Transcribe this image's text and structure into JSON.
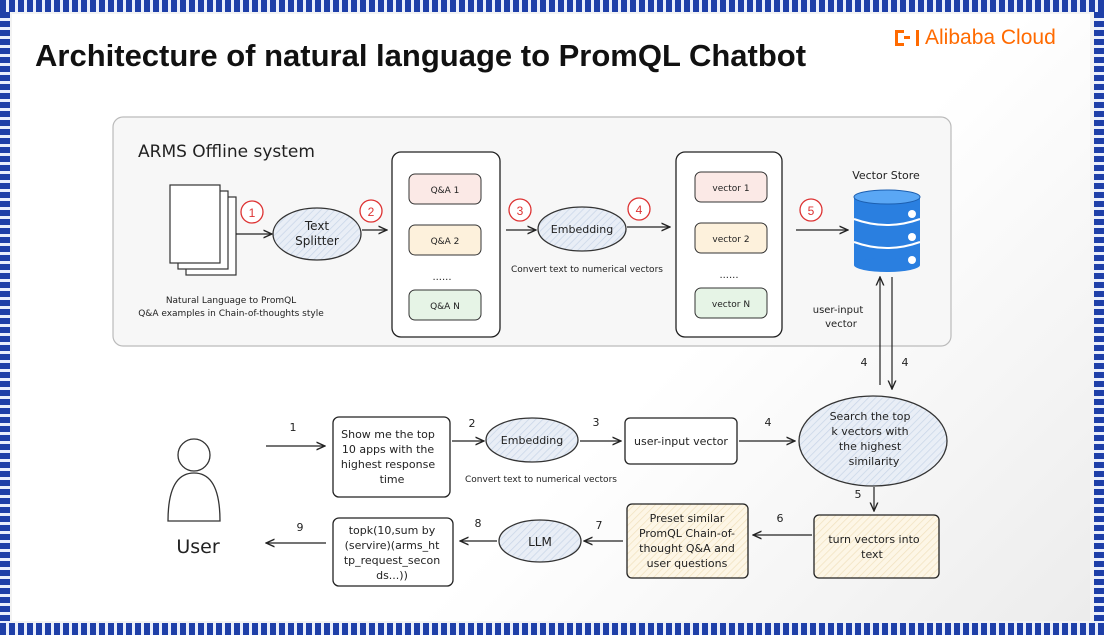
{
  "slide": {
    "title": "Architecture of natural language to PromQL Chatbot",
    "logo_text": "Alibaba Cloud",
    "brand_color": "#ff6a00"
  },
  "offline": {
    "title": "ARMS Offline system",
    "doc_caption_1": "Natural Language to PromQL",
    "doc_caption_2": "Q&A examples in Chain-of-thoughts style",
    "text_splitter_1": "Text",
    "text_splitter_2": "Splitter",
    "qa_items": [
      "Q&A 1",
      "Q&A 2",
      "......",
      "Q&A N"
    ],
    "embedding": "Embedding",
    "embedding_caption": "Convert text to numerical vectors",
    "vector_items": [
      "vector 1",
      "vector 2",
      "......",
      "vector N"
    ],
    "vector_store": "Vector Store",
    "steps": [
      "1",
      "2",
      "3",
      "4",
      "5"
    ]
  },
  "online": {
    "user_label": "User",
    "question_lines": [
      "Show me the top",
      "10 apps with the",
      "highest response",
      "time"
    ],
    "embedding": "Embedding",
    "embedding_caption": "Convert text to numerical vectors",
    "user_input_vector": "user-input vector",
    "search_lines": [
      "Search the top",
      "k vectors with",
      "the highest",
      "similarity"
    ],
    "user_input_vector_label_1": "user-input",
    "user_input_vector_label_2": "vector",
    "turn_lines": [
      "turn vectors into",
      "text"
    ],
    "preset_lines": [
      "Preset similar",
      "PromQL Chain-of-",
      "thought Q&A and",
      "user questions"
    ],
    "llm": "LLM",
    "output_lines": [
      "topk(10,sum by",
      "(servire)(arms_ht",
      "tp_request_secon",
      "ds...))"
    ],
    "step_1": "1",
    "step_2": "2",
    "step_3": "3",
    "step_4": "4",
    "step_4_up": "4",
    "step_4_down": "4",
    "step_5": "5",
    "step_6": "6",
    "step_7": "7",
    "step_8": "8",
    "step_9": "9"
  },
  "colors": {
    "qa_fill": "#fdf3e7",
    "qa2_fill": "#fdf0dc",
    "qaN_fill": "#e8f5e9",
    "ellipse_fill": "#e6edf6",
    "step_circle": "#d33",
    "cylinder": "#2a7fe0"
  }
}
